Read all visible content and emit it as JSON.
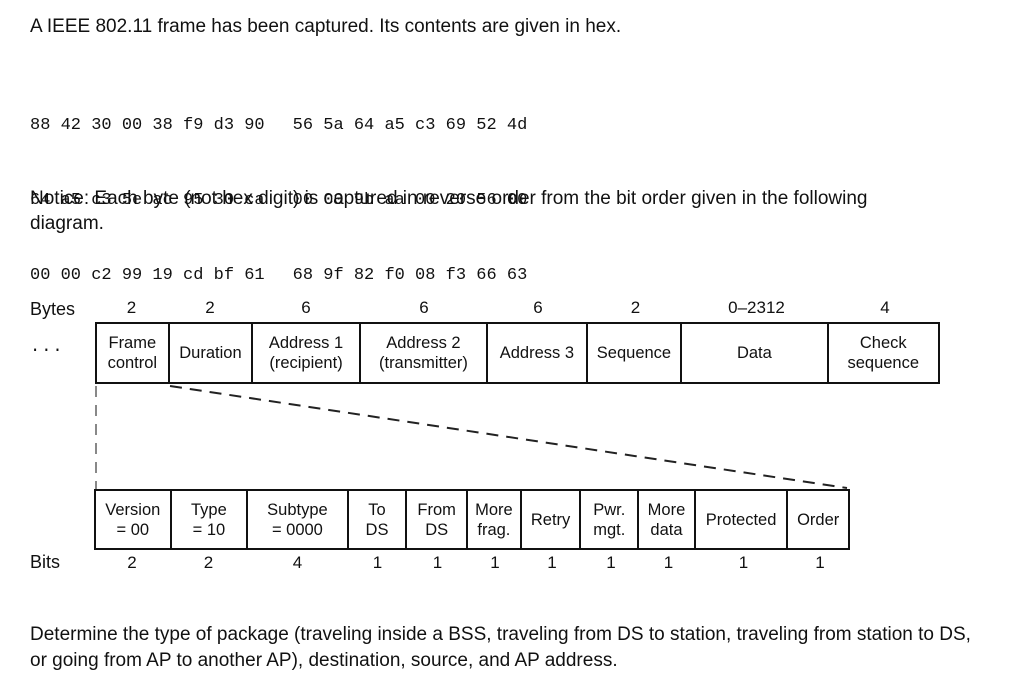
{
  "page": {
    "intro": "A IEEE 802.11 frame has been captured. Its contents are given in hex.",
    "notice": "Notice: Each byte (not hex digit) is captured in reverse order from the bit order given in the following diagram.",
    "question": "Determine the type of package (traveling inside a BSS, traveling from DS to station, traveling from station to DS, or going from AP to another AP), destination, source, and AP address."
  },
  "hex_dump": {
    "rows": [
      {
        "left": "88 42 30 00 38 f9 d3 90",
        "right": "56 5a 64 a5 c3 69 52 4d"
      },
      {
        "left": "64 a5 c3 5e ac 95 30 ca",
        "right": "00 00 9b aa 00 20 56 00"
      },
      {
        "left": "00 00 c2 99 19 cd bf 61",
        "right": "68 9f 82 f0 08 f3 66 63"
      }
    ],
    "ellipsis": "..."
  },
  "frame_diagram": {
    "bytes_label": "Bytes",
    "bits_label": "Bits",
    "byte_fields": [
      {
        "size": "2",
        "label": "Frame\ncontrol"
      },
      {
        "size": "2",
        "label": "Duration"
      },
      {
        "size": "6",
        "label": "Address 1\n(recipient)"
      },
      {
        "size": "6",
        "label": "Address 2\n(transmitter)"
      },
      {
        "size": "6",
        "label": "Address 3"
      },
      {
        "size": "2",
        "label": "Sequence"
      },
      {
        "size": "0–2312",
        "label": "Data"
      },
      {
        "size": "4",
        "label": "Check\nsequence"
      }
    ],
    "bit_fields": [
      {
        "size": "2",
        "label": "Version\n= 00"
      },
      {
        "size": "2",
        "label": "Type\n= 10"
      },
      {
        "size": "4",
        "label": "Subtype\n= 0000"
      },
      {
        "size": "1",
        "label": "To\nDS"
      },
      {
        "size": "1",
        "label": "From\nDS"
      },
      {
        "size": "1",
        "label": "More\nfrag."
      },
      {
        "size": "1",
        "label": "Retry"
      },
      {
        "size": "1",
        "label": "Pwr.\nmgt."
      },
      {
        "size": "1",
        "label": "More\ndata"
      },
      {
        "size": "1",
        "label": "Protected"
      },
      {
        "size": "1",
        "label": "Order"
      }
    ]
  },
  "colors": {
    "background": "#ffffff",
    "text": "#111111",
    "border": "#111111",
    "diagonal_dash": "#222222",
    "vertical_dash": "#888888"
  }
}
